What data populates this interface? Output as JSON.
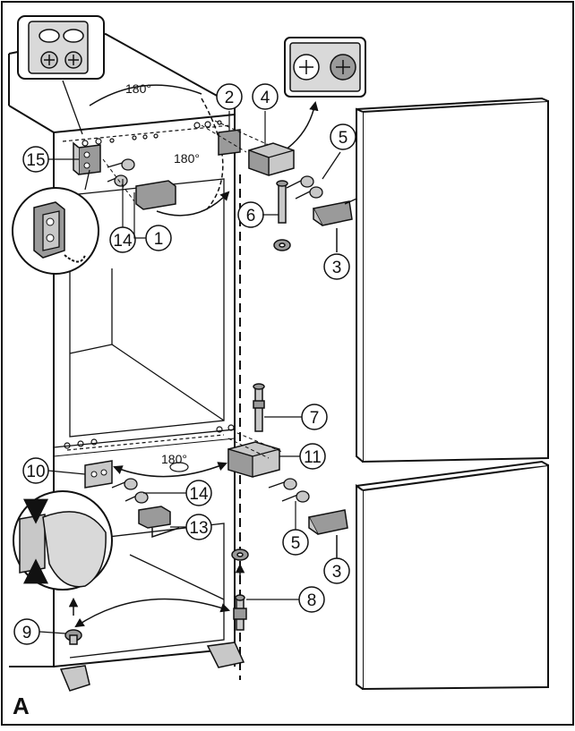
{
  "figure": {
    "label": "A",
    "angle_label": "180°"
  },
  "callouts": {
    "c1": "1",
    "c2": "2",
    "c3a": "3",
    "c3b": "3",
    "c4": "4",
    "c5a": "5",
    "c5b": "5",
    "c6": "6",
    "c7": "7",
    "c8": "8",
    "c9": "9",
    "c10": "10",
    "c11": "11",
    "c13": "13",
    "c14a": "14",
    "c14b": "14",
    "c15": "15"
  },
  "colors": {
    "line": "#111111",
    "part_fill": "#9a9a9a",
    "part_light": "#c8c8c8",
    "inset_bg": "#d9d9d9"
  }
}
